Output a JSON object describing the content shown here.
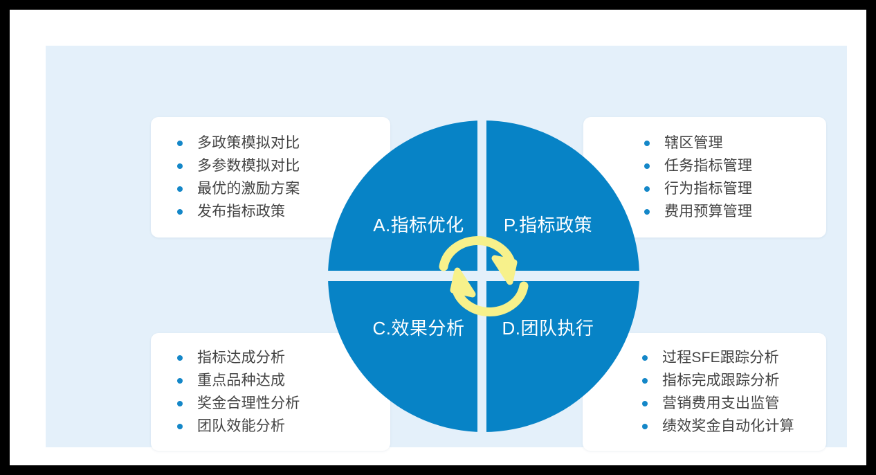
{
  "theme": {
    "circle_blue": "#0783C6",
    "panel_blue": "#E4F0FA",
    "bullet_blue": "#1487C8",
    "arrow_yellow": "#F7F18B",
    "text_gray": "#434343",
    "label_white": "#FFFFFF",
    "frame_black": "#000000",
    "card_white": "#FFFFFF"
  },
  "wheel": {
    "type": "pdca-cycle",
    "quadrants": [
      {
        "key": "a",
        "label": "A.指标优化",
        "position": "top-left"
      },
      {
        "key": "p",
        "label": "P.指标政策",
        "position": "top-right"
      },
      {
        "key": "c",
        "label": "C.效果分析",
        "position": "bottom-left"
      },
      {
        "key": "d",
        "label": "D.团队执行",
        "position": "bottom-right"
      }
    ],
    "arrows": [
      {
        "name": "top-arrow",
        "direction": "left-to-right"
      },
      {
        "name": "bottom-arrow",
        "direction": "right-to-left"
      }
    ]
  },
  "cards": {
    "a": {
      "name": "card-a",
      "items": [
        "多政策模拟对比",
        "多参数模拟对比",
        "最优的激励方案",
        "发布指标政策"
      ]
    },
    "p": {
      "name": "card-p",
      "items": [
        "辖区管理",
        "任务指标管理",
        "行为指标管理",
        "费用预算管理"
      ]
    },
    "c": {
      "name": "card-c",
      "items": [
        "指标达成分析",
        "重点品种达成",
        "奖金合理性分析",
        "团队效能分析"
      ]
    },
    "d": {
      "name": "card-d",
      "items": [
        "过程SFE跟踪分析",
        "指标完成跟踪分析",
        "营销费用支出监管",
        "绩效奖金自动化计算"
      ]
    }
  }
}
